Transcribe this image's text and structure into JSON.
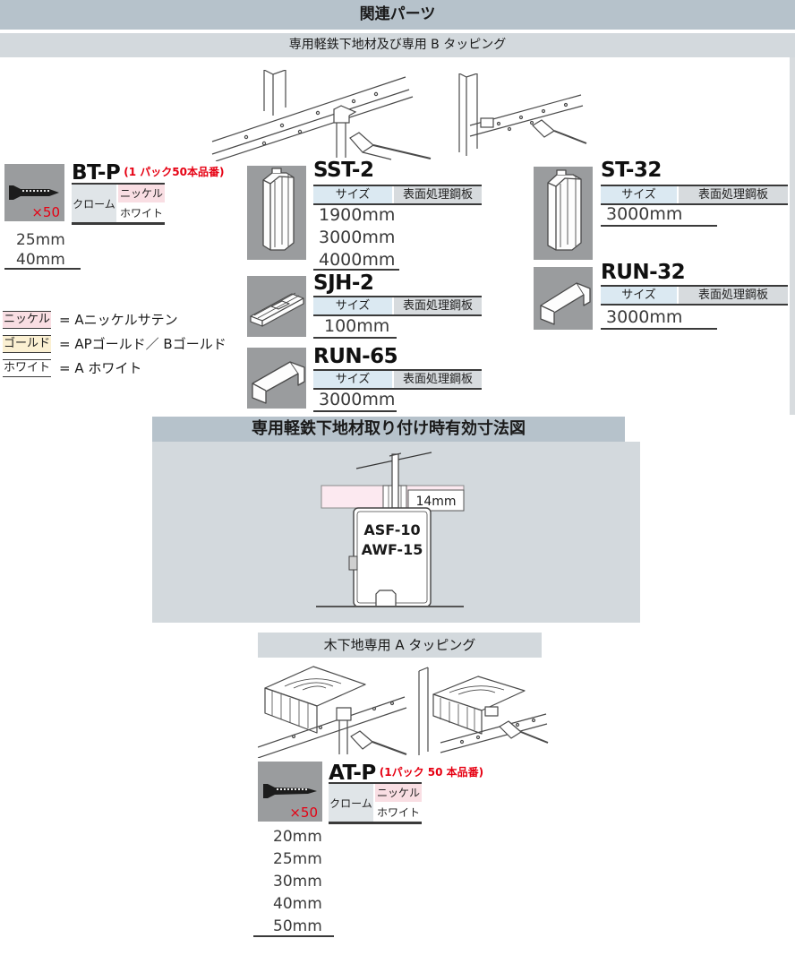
{
  "header": {
    "title": "関連パーツ",
    "subtitle": "専用軽鉄下地材及び専用 B タッピング"
  },
  "table_headers": {
    "size": "サイズ",
    "steel_sheet": "表面処理鋼板"
  },
  "screw_products": {
    "btp": {
      "name": "BT-P",
      "pack_note": "(1 パック50本品番)",
      "count": "×50",
      "finishes": {
        "chrome": "クローム",
        "nickel": "ニッケル",
        "white": "ホワイト"
      },
      "sizes": [
        "25mm",
        "40mm"
      ]
    },
    "atp": {
      "name": "AT-P",
      "pack_note": "(1パック 50 本品番)",
      "count": "×50",
      "finishes": {
        "chrome": "クローム",
        "nickel": "ニッケル",
        "white": "ホワイト"
      },
      "sizes": [
        "20mm",
        "25mm",
        "30mm",
        "40mm",
        "50mm"
      ]
    }
  },
  "steel_products": {
    "sst2": {
      "name": "SST-2",
      "sizes": [
        "1900mm",
        "3000mm",
        "4000mm"
      ]
    },
    "st32": {
      "name": "ST-32",
      "sizes": [
        "3000mm"
      ]
    },
    "sjh2": {
      "name": "SJH-2",
      "sizes": [
        "100mm"
      ]
    },
    "run32": {
      "name": "RUN-32",
      "sizes": [
        "3000mm"
      ]
    },
    "run65": {
      "name": "RUN-65",
      "sizes": [
        "3000mm"
      ]
    }
  },
  "finish_legend": [
    {
      "swatch": "ニッケル",
      "meaning": "= Aニッケルサテン"
    },
    {
      "swatch": "ゴールド",
      "meaning": "= APゴールド／ Bゴールド"
    },
    {
      "swatch": "ホワイト",
      "meaning": "= A ホワイト"
    }
  ],
  "dimension_section": {
    "title": "専用軽鉄下地材取り付け時有効寸法図",
    "dimension_label": "14mm",
    "frame_labels": [
      "ASF-10",
      "AWF-15"
    ]
  },
  "wood_section": {
    "title": "木下地専用 A タッピング"
  },
  "colors": {
    "header_bar": "#b6c2cb",
    "sub_bar": "#d3d9dd",
    "size_header_bg": "#dbe9f2",
    "steel_header_bg": "#d7dbde",
    "nickel_pink": "#f9dee3",
    "gold_cream": "#fbf0d2",
    "chrome_gray": "#e0e5e8",
    "image_box_gray": "#9a9c9e",
    "accent_red": "#e60012",
    "diagram_board_pink": "#fce9f0"
  }
}
